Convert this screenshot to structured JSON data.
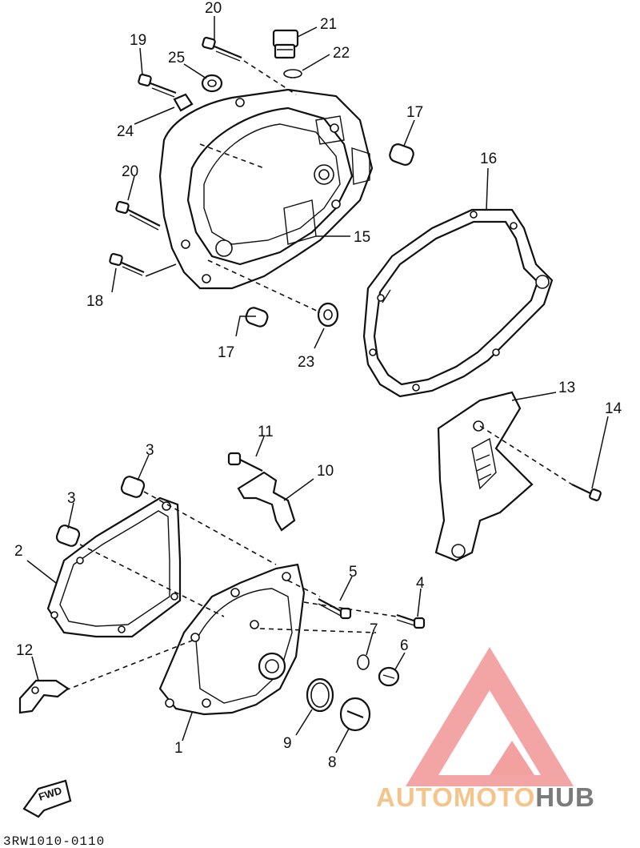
{
  "diagram_code": "3RW1010-0110",
  "fwd_label": "FWD",
  "watermark": {
    "prefix": "AUTOMOTO",
    "suffix": "HUB",
    "prefix_color": "#f5c48a",
    "suffix_color": "#7b7b7b",
    "logo_color": "#f2a0a0"
  },
  "part_labels": {
    "p1": "1",
    "p2": "2",
    "p3a": "3",
    "p3b": "3",
    "p4": "4",
    "p5": "5",
    "p6": "6",
    "p7": "7",
    "p8": "8",
    "p9": "9",
    "p10": "10",
    "p11": "11",
    "p12": "12",
    "p13": "13",
    "p14": "14",
    "p15": "15",
    "p16": "16",
    "p17a": "17",
    "p17b": "17",
    "p18": "18",
    "p19": "19",
    "p20a": "20",
    "p20b": "20",
    "p21": "21",
    "p22": "22",
    "p23": "23",
    "p24": "24",
    "p25": "25"
  }
}
